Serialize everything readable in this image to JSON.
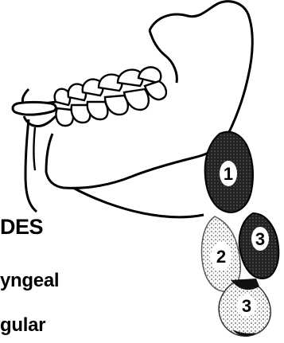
{
  "caption": {
    "title": "DES",
    "line1": "yngeal",
    "line2": "gular"
  },
  "nodes": [
    {
      "id": "node-1",
      "label": "1"
    },
    {
      "id": "node-2",
      "label": "2"
    },
    {
      "id": "node-3-upper",
      "label": "3"
    },
    {
      "id": "node-3-lower",
      "label": "3"
    }
  ],
  "colors": {
    "ink": "#000000",
    "paper": "#ffffff",
    "stipple": "#8a8a8a"
  }
}
